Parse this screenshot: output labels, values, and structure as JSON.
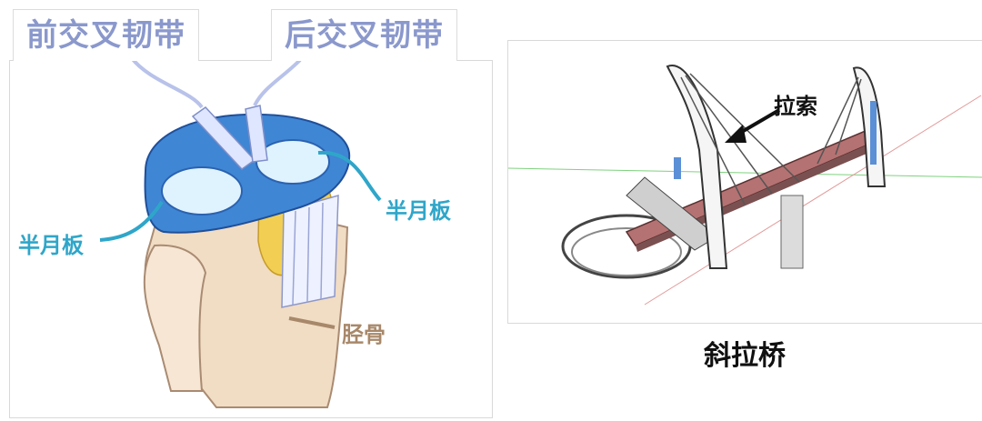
{
  "left_figure": {
    "labels": {
      "acl": "前交叉韧带",
      "pcl": "后交叉韧带",
      "meniscus_right": "半月板",
      "meniscus_left": "半月板",
      "tibia": "胫骨"
    },
    "colors": {
      "ligament_label": "#8a98cc",
      "meniscus_label": "#2fa6c9",
      "bone_label": "#a8886a",
      "meniscus_fill": "#4a90d9",
      "bone_fill": "#f1dcc4",
      "fat_fill": "#f2cf52"
    }
  },
  "right_figure": {
    "labels": {
      "cable": "拉索",
      "caption": "斜拉桥"
    },
    "colors": {
      "deck": "#b57272",
      "tower_accent": "#5b8fd6"
    }
  }
}
